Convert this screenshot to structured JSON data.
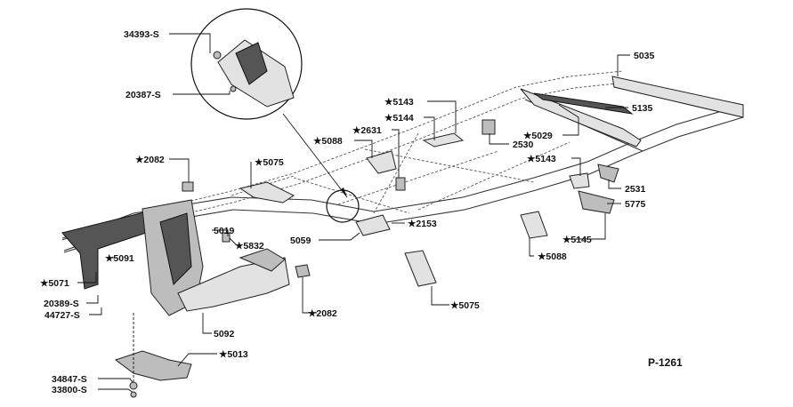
{
  "figure_id": "P-1261",
  "callouts": [
    {
      "id": "c34393",
      "text": "34393-S"
    },
    {
      "id": "c20387",
      "text": "20387-S"
    },
    {
      "id": "c2082a",
      "text": "★2082"
    },
    {
      "id": "c5075a",
      "text": "★5075"
    },
    {
      "id": "c5088a",
      "text": "★5088"
    },
    {
      "id": "c2631",
      "text": "★2631"
    },
    {
      "id": "c5143a",
      "text": "★5143"
    },
    {
      "id": "c5144",
      "text": "★5144"
    },
    {
      "id": "c2530",
      "text": "2530"
    },
    {
      "id": "c5035",
      "text": "5035"
    },
    {
      "id": "c5135",
      "text": "5135"
    },
    {
      "id": "c5029",
      "text": "★5029"
    },
    {
      "id": "c5143b",
      "text": "★5143"
    },
    {
      "id": "c2531",
      "text": "2531"
    },
    {
      "id": "c5775",
      "text": "5775"
    },
    {
      "id": "c5145",
      "text": "★5145"
    },
    {
      "id": "c5088b",
      "text": "★5088"
    },
    {
      "id": "c2153",
      "text": "★2153"
    },
    {
      "id": "c5059",
      "text": "5059"
    },
    {
      "id": "c5019",
      "text": "5019"
    },
    {
      "id": "c5832",
      "text": "★5832"
    },
    {
      "id": "c5091",
      "text": "★5091"
    },
    {
      "id": "c5071",
      "text": "★5071"
    },
    {
      "id": "c20389",
      "text": "20389-S"
    },
    {
      "id": "c44727",
      "text": "44727-S"
    },
    {
      "id": "c2082b",
      "text": "★2082"
    },
    {
      "id": "c5075b",
      "text": "★5075"
    },
    {
      "id": "c5092",
      "text": "5092"
    },
    {
      "id": "c5013",
      "text": "★5013"
    },
    {
      "id": "c34847",
      "text": "34847-S"
    },
    {
      "id": "c33800",
      "text": "33800-S"
    }
  ]
}
